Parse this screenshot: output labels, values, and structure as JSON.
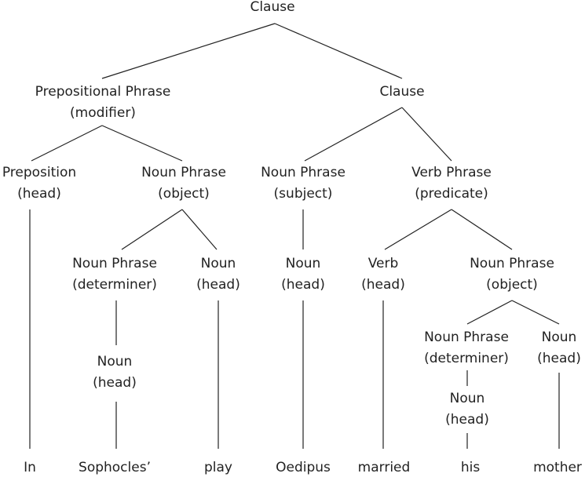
{
  "nodes": {
    "clause_root": {
      "label": "Clause"
    },
    "pp": {
      "label": "Prepositional Phrase",
      "role": "(modifier)"
    },
    "clause_inner": {
      "label": "Clause"
    },
    "prep": {
      "label": "Preposition",
      "role": "(head)"
    },
    "np_object": {
      "label": "Noun Phrase",
      "role": "(object)"
    },
    "np_subject": {
      "label": "Noun Phrase",
      "role": "(subject)"
    },
    "vp": {
      "label": "Verb Phrase",
      "role": "(predicate)"
    },
    "np_det_left": {
      "label": "Noun Phrase",
      "role": "(determiner)"
    },
    "noun_head_play": {
      "label": "Noun",
      "role": "(head)"
    },
    "noun_head_oedipus": {
      "label": "Noun",
      "role": "(head)"
    },
    "verb_head": {
      "label": "Verb",
      "role": "(head)"
    },
    "np_object_right": {
      "label": "Noun Phrase",
      "role": "(object)"
    },
    "noun_head_sophocles": {
      "label": "Noun",
      "role": "(head)"
    },
    "np_det_right": {
      "label": "Noun Phrase",
      "role": "(determiner)"
    },
    "noun_head_mother": {
      "label": "Noun",
      "role": "(head)"
    },
    "noun_head_his": {
      "label": "Noun",
      "role": "(head)"
    }
  },
  "words": [
    "In",
    "Sophocles’",
    "play",
    "Oedipus",
    "married",
    "his",
    "mother"
  ],
  "colors": {
    "ink": "#222222",
    "background": "#ffffff"
  }
}
